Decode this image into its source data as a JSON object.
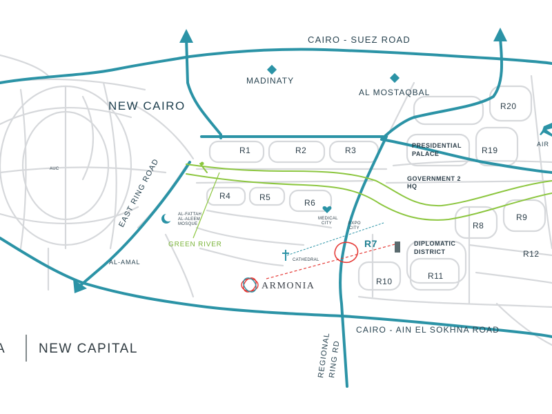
{
  "map": {
    "labels": {
      "cairo_suez_road": "CAIRO - SUEZ ROAD",
      "madinaty": "MADINATY",
      "al_mostaqbal": "AL MOSTAQBAL",
      "new_cairo": "NEW CAIRO",
      "east_ring_road": "EAST RING ROAD",
      "auc": "AUC",
      "al_amal": "AL-AMAL",
      "green_river": "GREEN RIVER",
      "al_fattah_mosque_1": "AL-FATTAH",
      "al_fattah_mosque_2": "AL-ALEEM",
      "al_fattah_mosque_3": "MOSQUE",
      "cathedral": "CATHEDRAL",
      "armonia": "ARMONIA",
      "medical_city_1": "MEDICAL",
      "medical_city_2": "CITY",
      "expo_city_1": "EXPO",
      "expo_city_2": "CITY",
      "presidential_palace_1": "PRESIDENTIAL",
      "presidential_palace_2": "PALACE",
      "government_hq_1": "GOVERNMENT 2",
      "government_hq_2": "HQ",
      "diplomatic_district_1": "DIPLOMATIC",
      "diplomatic_district_2": "DISTRICT",
      "airport_partial": "AIR",
      "cairo_ain_sokhna_road": "CAIRO - AIN EL SOKHNA ROAD",
      "regional_ring_rd_1": "REGIONAL",
      "regional_ring_rd_2": "RING RD"
    },
    "districts": {
      "r1": "R1",
      "r2": "R2",
      "r3": "R3",
      "r4": "R4",
      "r5": "R5",
      "r6": "R6",
      "r7": "R7",
      "r8": "R8",
      "r9": "R9",
      "r10": "R10",
      "r11": "R11",
      "r12": "R12",
      "r19": "R19",
      "r20": "R20"
    },
    "footer": {
      "brand_partial": "A",
      "title": "NEW CAPITAL"
    },
    "colors": {
      "road": "#2b93a6",
      "green_river": "#8cc63f",
      "streets": "#d3d5d8",
      "pointer": "#e53935"
    }
  }
}
